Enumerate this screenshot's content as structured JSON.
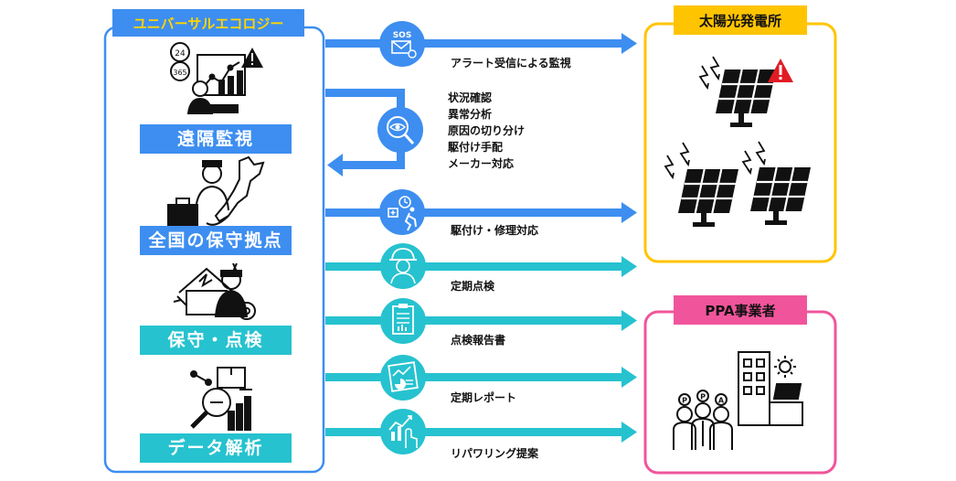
{
  "left_panel": {
    "title": "ユニバーサルエコロジー",
    "items": [
      {
        "label": "遠隔監視",
        "color": "#3d8ef0",
        "icon": "remote-monitoring-icon"
      },
      {
        "label": "全国の保守拠点",
        "color": "#3d8ef0",
        "icon": "maintenance-base-icon"
      },
      {
        "label": "保守・点検",
        "color": "#26c2cf",
        "icon": "maintenance-inspection-icon"
      },
      {
        "label": "データ解析",
        "color": "#26c2cf",
        "icon": "data-analysis-icon"
      }
    ]
  },
  "flows": {
    "alert": {
      "label": "アラート受信による監視",
      "icon": "sos-mail-icon"
    },
    "status_checks": [
      "状況確認",
      "異常分析",
      "原因の切り分け",
      "駆付け手配",
      "メーカー対応"
    ],
    "status_icon": "magnifier-eye-icon",
    "dispatch": {
      "label": "駆付け・修理対応",
      "icon": "runner-clock-icon"
    },
    "periodic_inspection": {
      "label": "定期点検",
      "icon": "worker-helmet-icon"
    },
    "inspection_report": {
      "label": "点検報告書",
      "icon": "clipboard-icon"
    },
    "periodic_report": {
      "label": "定期レポート",
      "icon": "report-chart-icon"
    },
    "repowering": {
      "label": "リパワリング提案",
      "icon": "growth-hand-icon"
    }
  },
  "right_top": {
    "title": "太陽光発電所",
    "color": "#ffc400",
    "icon": "solar-panels-icon",
    "alert_icon": "warning-icon"
  },
  "right_bottom": {
    "title": "PPA事業者",
    "color": "#f0559b",
    "icon": "ppa-business-icon",
    "badge_letters": [
      "P",
      "P",
      "A"
    ]
  },
  "colors": {
    "blue": "#3d8ef0",
    "teal": "#26c2cf",
    "yellow": "#ffc400",
    "pink": "#f0559b",
    "left_title_text": "#ffd400"
  },
  "misc": {
    "sos_text": "SOS",
    "clock_numbers": [
      "24",
      "365"
    ]
  }
}
